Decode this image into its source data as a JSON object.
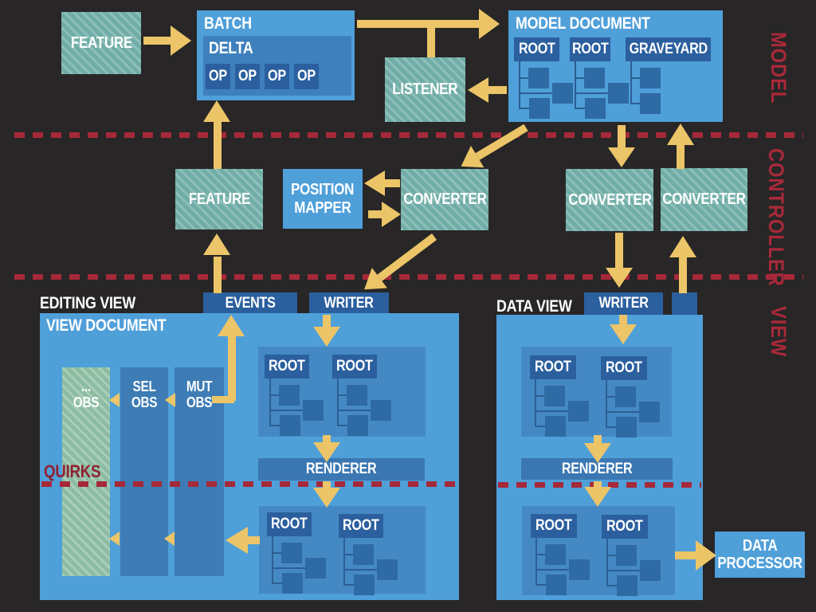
{
  "palette": {
    "background": "#282626",
    "box_light_blue": "#4f9fd9",
    "box_medium_blue": "#4589c4",
    "box_dark_blue": "#2b5f9e",
    "column_blue": "#3d7cb5",
    "renderer_blue": "#3b77b2",
    "teal_hatched": "#6fada6",
    "green_hatched": "#8cbda2",
    "arrow_yellow": "#ecc568",
    "dashed_line_red": "#a62939",
    "band_label_red": "#a8293a",
    "quirks_red": "#8e2132",
    "text": "#ffffff"
  },
  "bands": {
    "model_label": "MODEL",
    "controller_label": "CONTROLLER",
    "view_label": "VIEW"
  },
  "model": {
    "feature": "FEATURE",
    "batch": {
      "title": "BATCH",
      "delta": "DELTA",
      "ops": [
        "OP",
        "OP",
        "OP",
        "OP"
      ]
    },
    "listener": "LISTENER",
    "document": {
      "title": "MODEL DOCUMENT",
      "roots": [
        "ROOT",
        "ROOT",
        "GRAVEYARD"
      ]
    }
  },
  "controller": {
    "feature": "FEATURE",
    "position_mapper": {
      "top": "POSITION",
      "bottom": "MAPPER"
    },
    "converter_left": "CONVERTER",
    "converter_mid": "CONVERTER",
    "converter_right": "CONVERTER"
  },
  "view": {
    "editing": {
      "label": "EDITING VIEW",
      "events_tab": "EVENTS",
      "writer_tab": "WRITER",
      "document_title": "VIEW DOCUMENT",
      "observers": [
        {
          "top": "...",
          "bottom": "OBS"
        },
        {
          "top": "SEL",
          "bottom": "OBS"
        },
        {
          "top": "MUT",
          "bottom": "OBS"
        }
      ],
      "quirks": "QUIRKS",
      "renderer": "RENDERER",
      "upper_roots": [
        "ROOT",
        "ROOT"
      ],
      "lower_roots": [
        "ROOT",
        "ROOT"
      ]
    },
    "data": {
      "label": "DATA VIEW",
      "writer_tab": "WRITER",
      "renderer": "RENDERER",
      "upper_roots": [
        "ROOT",
        "ROOT"
      ],
      "lower_roots": [
        "ROOT",
        "ROOT"
      ]
    },
    "data_processor": {
      "top": "DATA",
      "bottom": "PROCESSOR"
    }
  }
}
